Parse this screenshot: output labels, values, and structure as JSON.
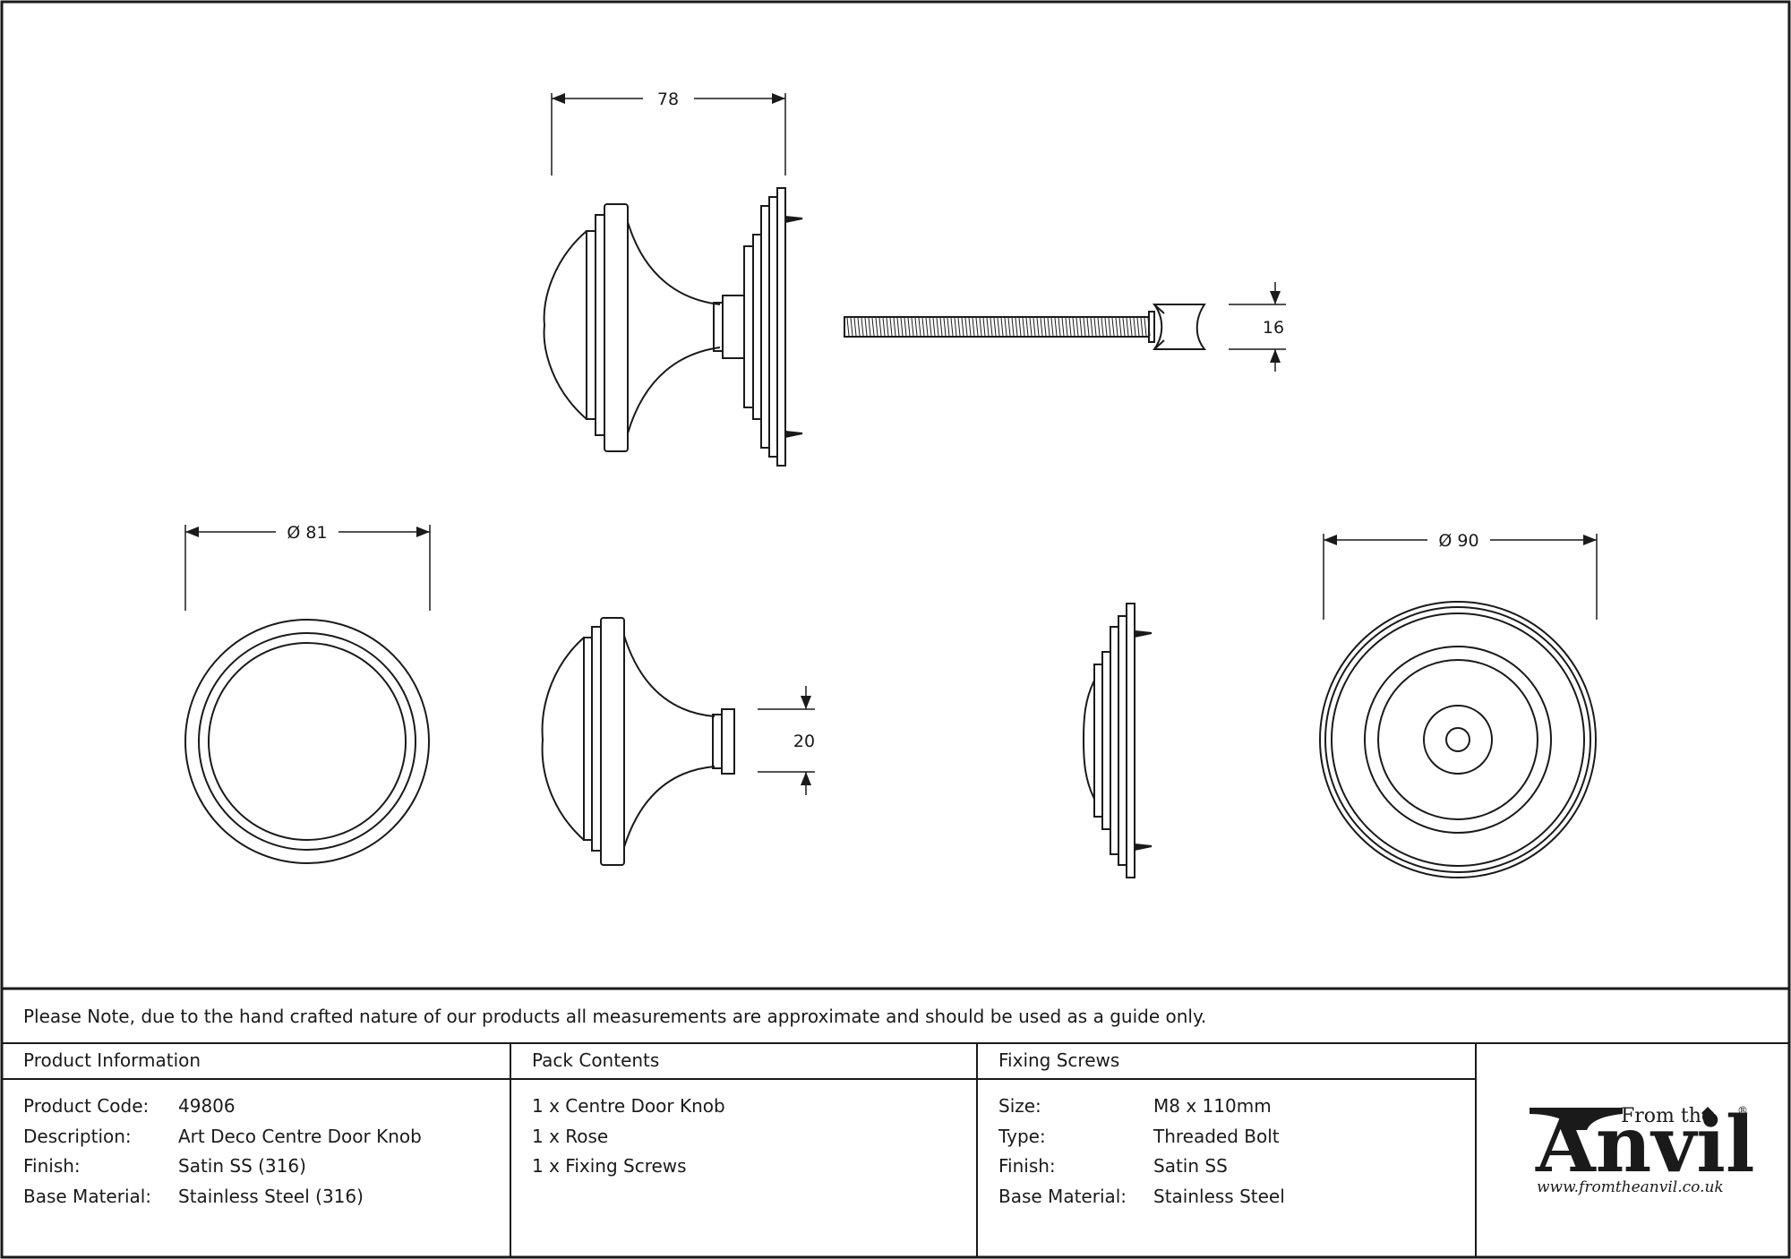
{
  "dimensions": {
    "knob_length": "78",
    "bolt_diameter": "16",
    "knob_diameter": "Ø 81",
    "neck_diameter": "20",
    "rose_diameter": "Ø 90"
  },
  "note": "Please Note, due to the hand crafted nature of our products all measurements are approximate and should be used as a guide only.",
  "product_info": {
    "header": "Product Information",
    "rows": [
      {
        "label": "Product Code:",
        "value": "49806"
      },
      {
        "label": "Description:",
        "value": "Art Deco Centre Door Knob"
      },
      {
        "label": "Finish:",
        "value": "Satin SS (316)"
      },
      {
        "label": "Base Material:",
        "value": "Stainless Steel (316)"
      }
    ]
  },
  "pack_contents": {
    "header": "Pack Contents",
    "items": [
      "1 x Centre Door Knob",
      "1 x Rose",
      "1 x Fixing Screws"
    ]
  },
  "fixing_screws": {
    "header": "Fixing Screws",
    "rows": [
      {
        "label": "Size:",
        "value": "M8 x 110mm"
      },
      {
        "label": "Type:",
        "value": "Threaded Bolt"
      },
      {
        "label": "Finish:",
        "value": "Satin SS"
      },
      {
        "label": "Base Material:",
        "value": "Stainless Steel"
      }
    ]
  },
  "logo": {
    "from_the": "From the",
    "name": "Anvil",
    "registered": "®",
    "url": "www.fromtheanvil.co.uk"
  }
}
